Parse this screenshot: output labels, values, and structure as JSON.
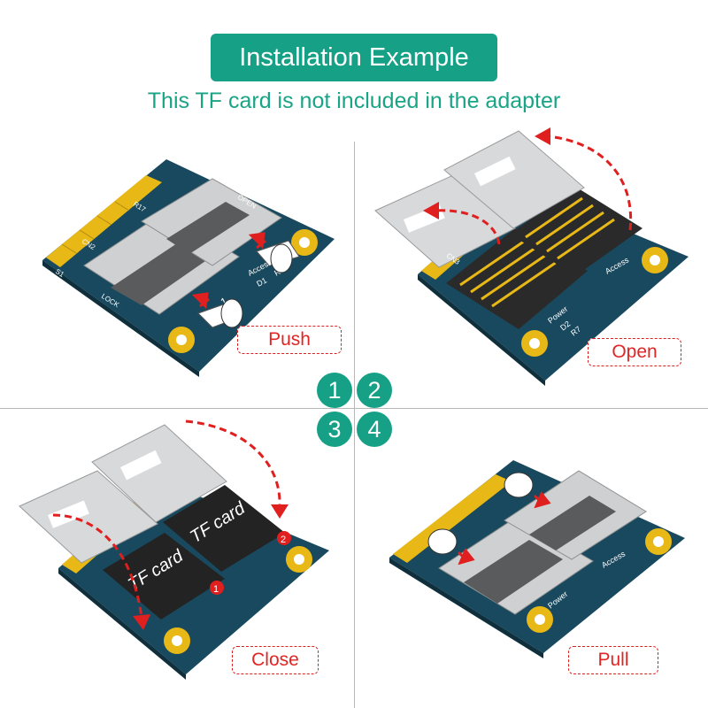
{
  "header": {
    "title": "Installation Example",
    "subtitle": "This TF card is not included in the adapter"
  },
  "steps": [
    {
      "number": "1",
      "action": "Push"
    },
    {
      "number": "2",
      "action": "Open"
    },
    {
      "number": "3",
      "action": "Close"
    },
    {
      "number": "4",
      "action": "Pull"
    }
  ],
  "board_labels": {
    "slot_label": "OPEN",
    "lock_label": "LOCK",
    "access_label": "Access",
    "power_label": "Power",
    "cn2": "CN2",
    "cn3": "CN3",
    "s1": "S1",
    "r4": "R4",
    "r7": "R7",
    "d1": "D1",
    "d2": "D2",
    "slot1": "1",
    "slot2": "2",
    "r17": "R17"
  },
  "card": {
    "label": "TF card",
    "badge_1": "1",
    "badge_2": "2"
  },
  "colors": {
    "brand": "#16a086",
    "board": "#19495e",
    "gold": "#e8b817",
    "arrow": "#e01f1f",
    "metal": "#c9cacb"
  }
}
